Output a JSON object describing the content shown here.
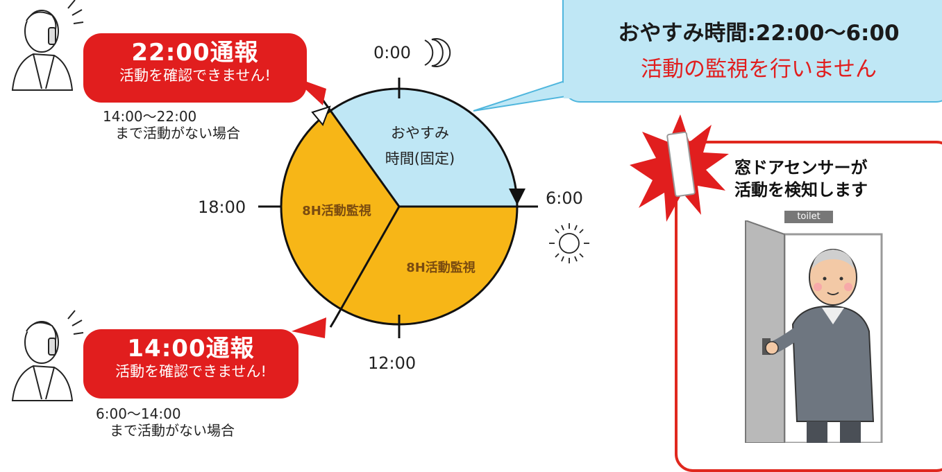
{
  "header": {
    "title": "おやすみ時間:22:00〜6:00",
    "subtitle": "活動の監視を行いません"
  },
  "alerts": [
    {
      "title": "22:00通報",
      "message": "活動を確認できません!",
      "condition_time": "14:00〜22:00",
      "condition_text": "まで活動がない場合"
    },
    {
      "title": "14:00通報",
      "message": "活動を確認できません!",
      "condition_time": "6:00〜14:00",
      "condition_text": "まで活動がない場合"
    }
  ],
  "clock": {
    "labels": {
      "top": "0:00",
      "right": "6:00",
      "bottom": "12:00",
      "left": "18:00"
    },
    "segments": {
      "rest_line1": "おやすみ",
      "rest_line2": "時間(固定)",
      "watch_left": "8H活動監視",
      "watch_right": "8H活動監視"
    }
  },
  "sensor": {
    "line1": "窓ドアセンサーが",
    "line2": "活動を検知します",
    "tag": "toilet"
  },
  "colors": {
    "rest_fill": "#bfe7f5",
    "watch_fill": "#f7b617",
    "alert_red": "#e11e1e",
    "callout_border": "#4fb6dd"
  },
  "icons": [
    "phone-man-icon",
    "moon-icon",
    "sun-icon",
    "burst-icon",
    "door-sensor-icon",
    "elderly-man-at-door-icon"
  ]
}
